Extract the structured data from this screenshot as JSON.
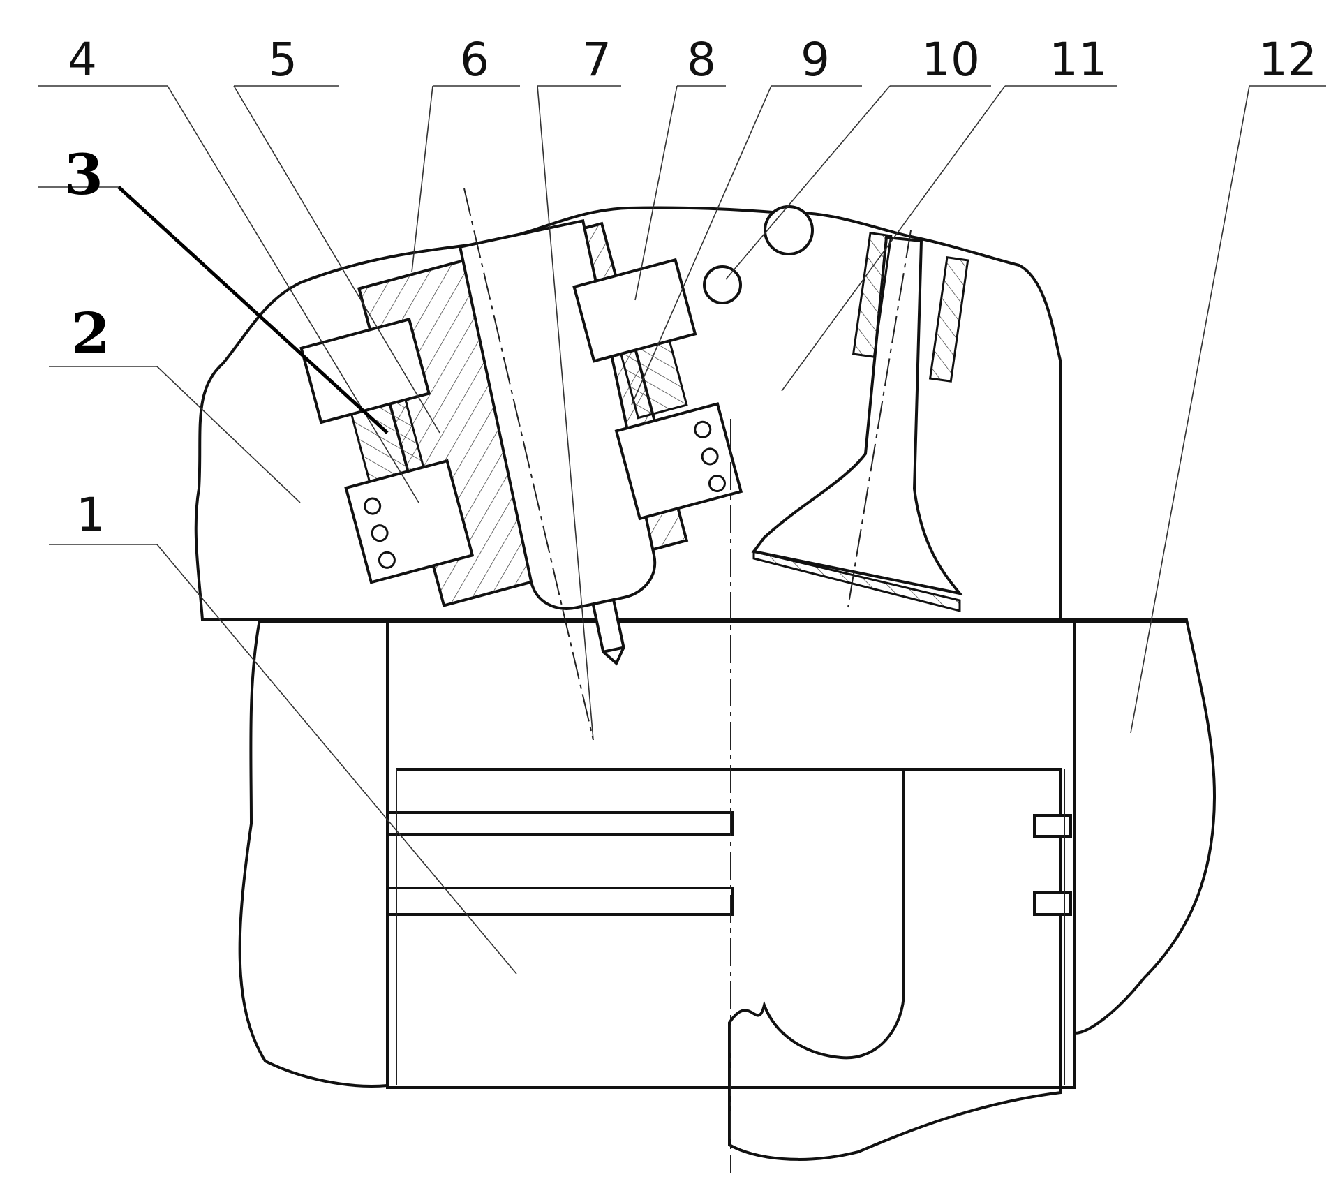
{
  "diagram": {
    "labels": [
      "4",
      "5",
      "6",
      "7",
      "8",
      "9",
      "10",
      "11",
      "12",
      "3",
      "2",
      "1"
    ]
  }
}
